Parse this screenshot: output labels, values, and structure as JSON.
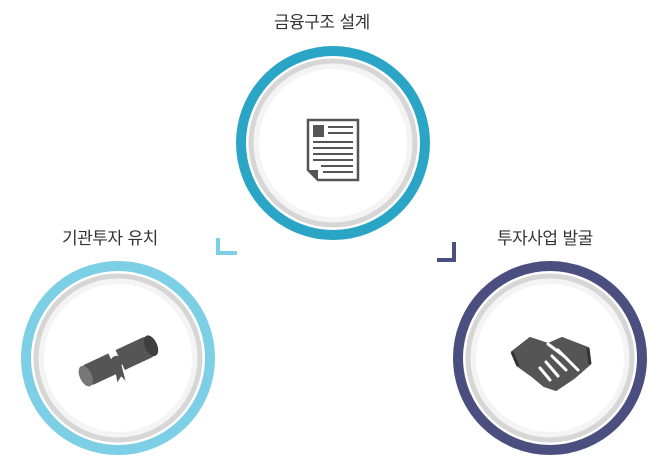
{
  "nodes": {
    "top": {
      "label": "금융구조 설계",
      "icon": "document-icon",
      "ring_color": "#2aa5c6"
    },
    "left": {
      "label": "기관투자 유치",
      "icon": "diploma-scroll-icon",
      "ring_color": "#7dcfe6"
    },
    "right": {
      "label": "투자사업 발굴",
      "icon": "handshake-icon",
      "ring_color": "#4b4f80"
    }
  },
  "connectors": {
    "left_bracket_color": "#7dcfe6",
    "right_bracket_color": "#4b4f80"
  }
}
